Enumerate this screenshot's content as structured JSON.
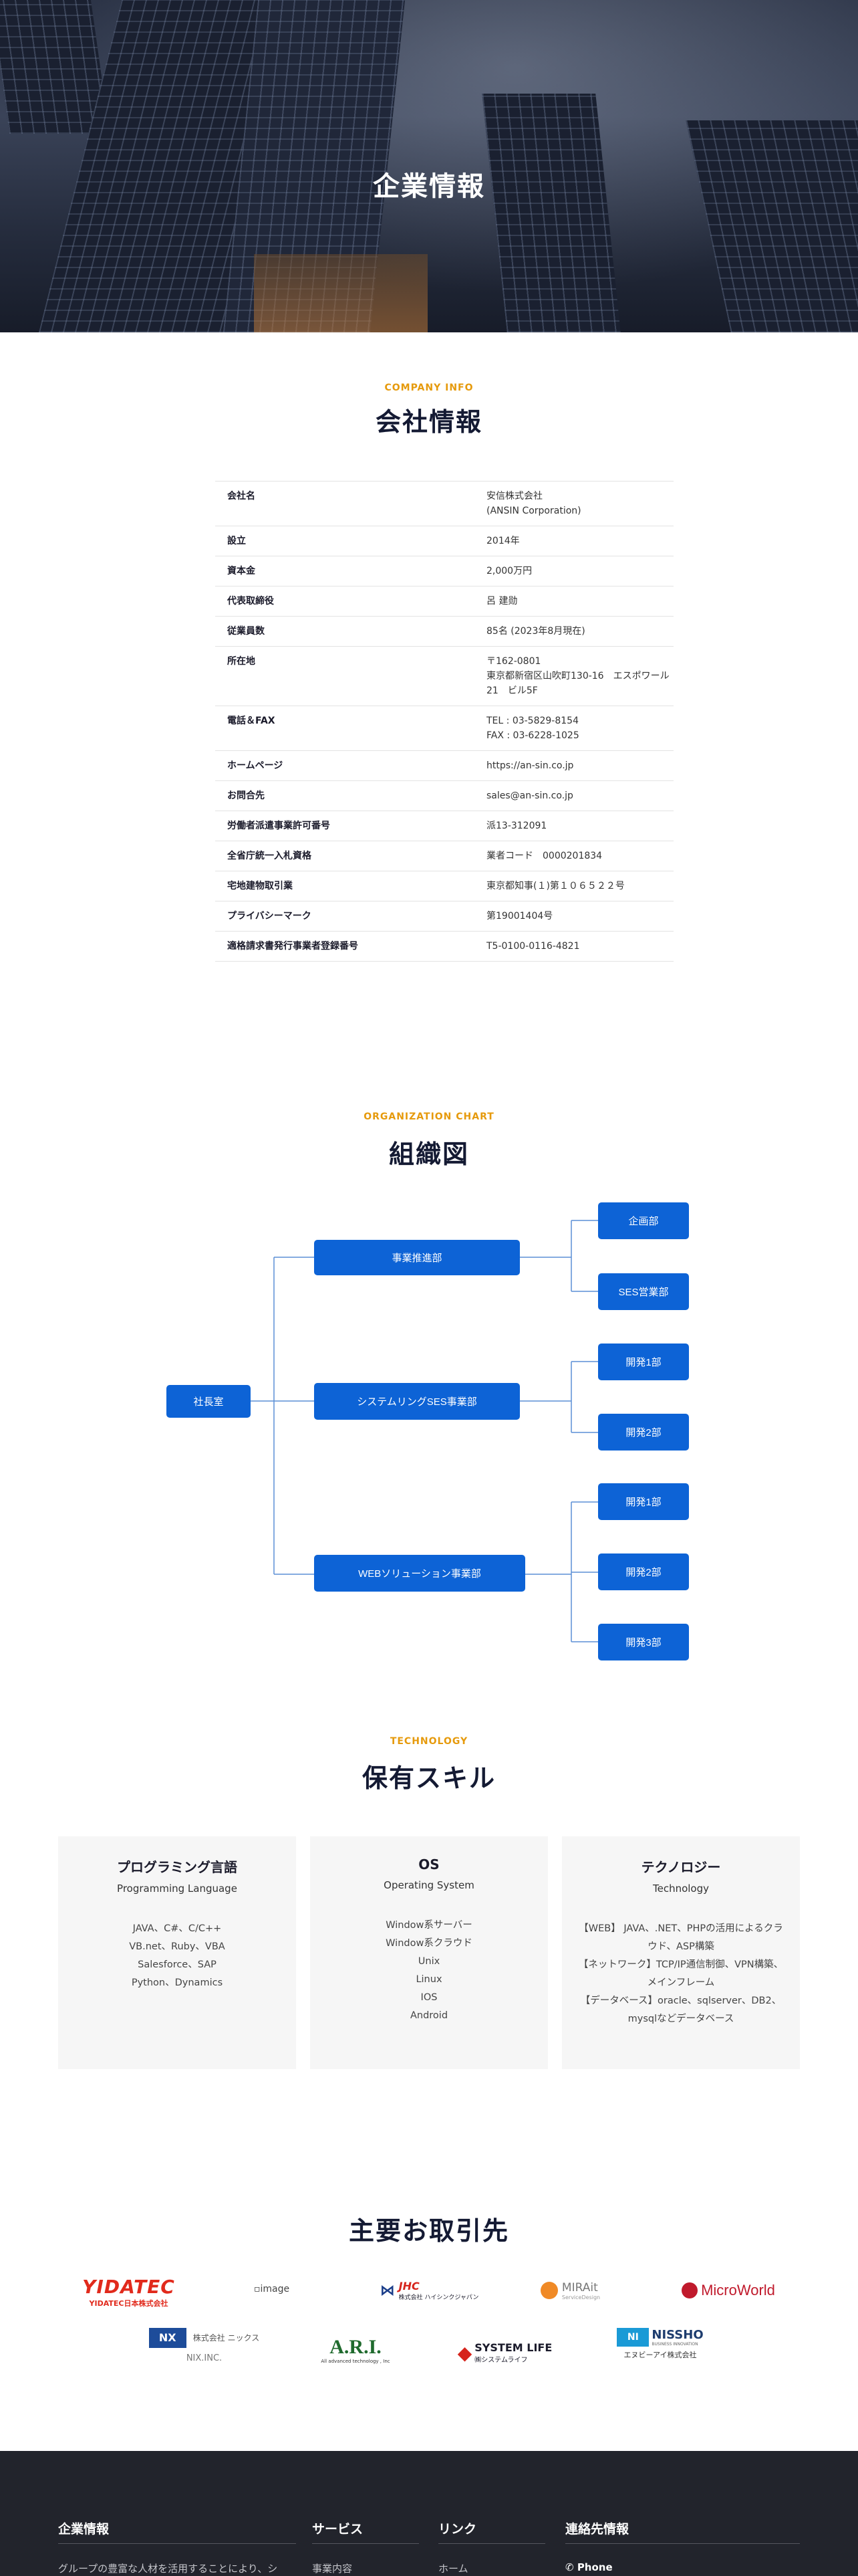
{
  "hero": {
    "title": "企業情報"
  },
  "company": {
    "eyebrow": "COMPANY INFO",
    "title": "会社情報",
    "rows": [
      {
        "label": "会社名",
        "value": "安信株式会社\n(ANSIN Corporation)"
      },
      {
        "label": "設立",
        "value": "2014年"
      },
      {
        "label": "資本金",
        "value": "2,000万円"
      },
      {
        "label": "代表取締役",
        "value": "呂 建勋"
      },
      {
        "label": "従業員数",
        "value": "85名 (2023年8月現在)"
      },
      {
        "label": "所在地",
        "value": "〒162-0801\n東京都新宿区山吹町130-16　エスポワール21　ビル5F"
      },
      {
        "label": "電話＆FAX",
        "value": "TEL : 03-5829-8154\nFAX : 03-6228-1025"
      },
      {
        "label": "ホームページ",
        "value": "https://an-sin.co.jp"
      },
      {
        "label": "お問合先",
        "value": "sales@an-sin.co.jp"
      },
      {
        "label": "労働者派遣事業許可番号",
        "value": "派13-312091"
      },
      {
        "label": "全省庁統一入札資格",
        "value": "業者コード　0000201834"
      },
      {
        "label": "宅地建物取引業",
        "value": "東京都知事(１)第１０６５２２号"
      },
      {
        "label": "プライバシーマーク",
        "value": "第19001404号"
      },
      {
        "label": "適格請求書発行事業者登録番号",
        "value": "T5-0100-0116-4821"
      }
    ]
  },
  "org": {
    "eyebrow": "ORGANIZATION CHART",
    "title": "組織図",
    "president": "社長室",
    "divisions": [
      "事業推進部",
      "システムリングSES事業部",
      "WEBソリューション事業部"
    ],
    "units": [
      "企画部",
      "SES営業部",
      "開発1部",
      "開発2部",
      "開発1部",
      "開発2部",
      "開発3部"
    ]
  },
  "skills": {
    "eyebrow": "TECHNOLOGY",
    "title": "保有スキル",
    "cards": [
      {
        "title": "プログラミング言語",
        "subtitle": "Programming Language",
        "body": "JAVA、C#、C/C++\nVB.net、Ruby、VBA\nSalesforce、SAP\nPython、Dynamics"
      },
      {
        "title": "OS",
        "subtitle": "Operating System",
        "body": "Window系サーバー\nWindow系クラウド\nUnix\nLinux\nIOS\nAndroid"
      },
      {
        "title": "テクノロジー",
        "subtitle": "Technology",
        "body": "【WEB】 JAVA、.NET、PHPの活用によるクラウド、ASP構築\n【ネットワーク】TCP/IP通信制御、VPN構築、メインフレーム\n【データベース】oracle、sqlserver、DB2、mysqlなどデータベース"
      }
    ]
  },
  "clients": {
    "title": "主要お取引先",
    "logos": {
      "yidatec_main": "YIDATEC",
      "yidatec_sub": "YIDATEC日本株式会社",
      "image_alt": "image",
      "jhc_main": "JHC",
      "jhc_sub": "株式会社 ハイシンクジャパン",
      "mirait": "MIRAit",
      "mirait_sub": "ServiceDesign",
      "microworld": "MicroWorld",
      "nix_company": "株式会社 ニックス",
      "nix_text": "NIX.INC.",
      "ari": "A.R.I.",
      "ari_sub": "All advanced technology , Inc",
      "systemlife": "SYSTEM LIFE",
      "systemlife_sub": "㈱システムライフ",
      "nissho": "NISSHO",
      "nissho_tag": "BUSINESS INNOVATION",
      "nissho_sub": "エヌビーアイ株式会社"
    }
  },
  "footer": {
    "col1_title": "企業情報",
    "col1_text": "グループの豊富な人材を活用することにより、シ",
    "col2_title": "サービス",
    "col2_item": "事業内容",
    "col3_title": "リンク",
    "col3_item": "ホーム",
    "col4_title": "連絡先情報",
    "col4_item": "Phone"
  },
  "colors": {
    "accent": "#e69a0c",
    "primary": "#0d63d6",
    "footer": "#22242c"
  }
}
